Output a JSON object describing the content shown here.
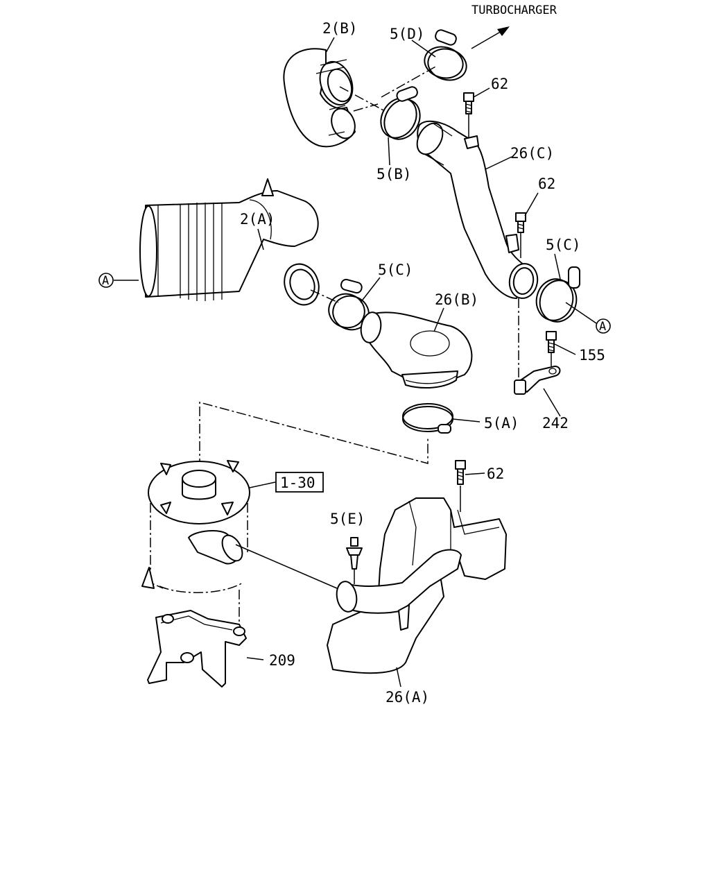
{
  "destination_label": "TURBOCHARGER",
  "callouts": {
    "hose_2b": "2(B)",
    "clamp_5d": "5(D)",
    "bolt_62_top": "62",
    "hose_26c": "26(C)",
    "clamp_5b": "5(B)",
    "bolt_62_mid": "62",
    "hose_2a": "2(A)",
    "clamp_5c_right": "5(C)",
    "clamp_5c_left": "5(C)",
    "duct_26b": "26(B)",
    "bolt_155": "155",
    "bracket_242": "242",
    "clamp_5a": "5(A)",
    "bolt_62_low": "62",
    "reference_box": "1-30",
    "clip_5e": "5(E)",
    "bracket_209": "209",
    "resonator_26a": "26(A)"
  },
  "connection_markers": {
    "left": "A",
    "right": "A"
  }
}
